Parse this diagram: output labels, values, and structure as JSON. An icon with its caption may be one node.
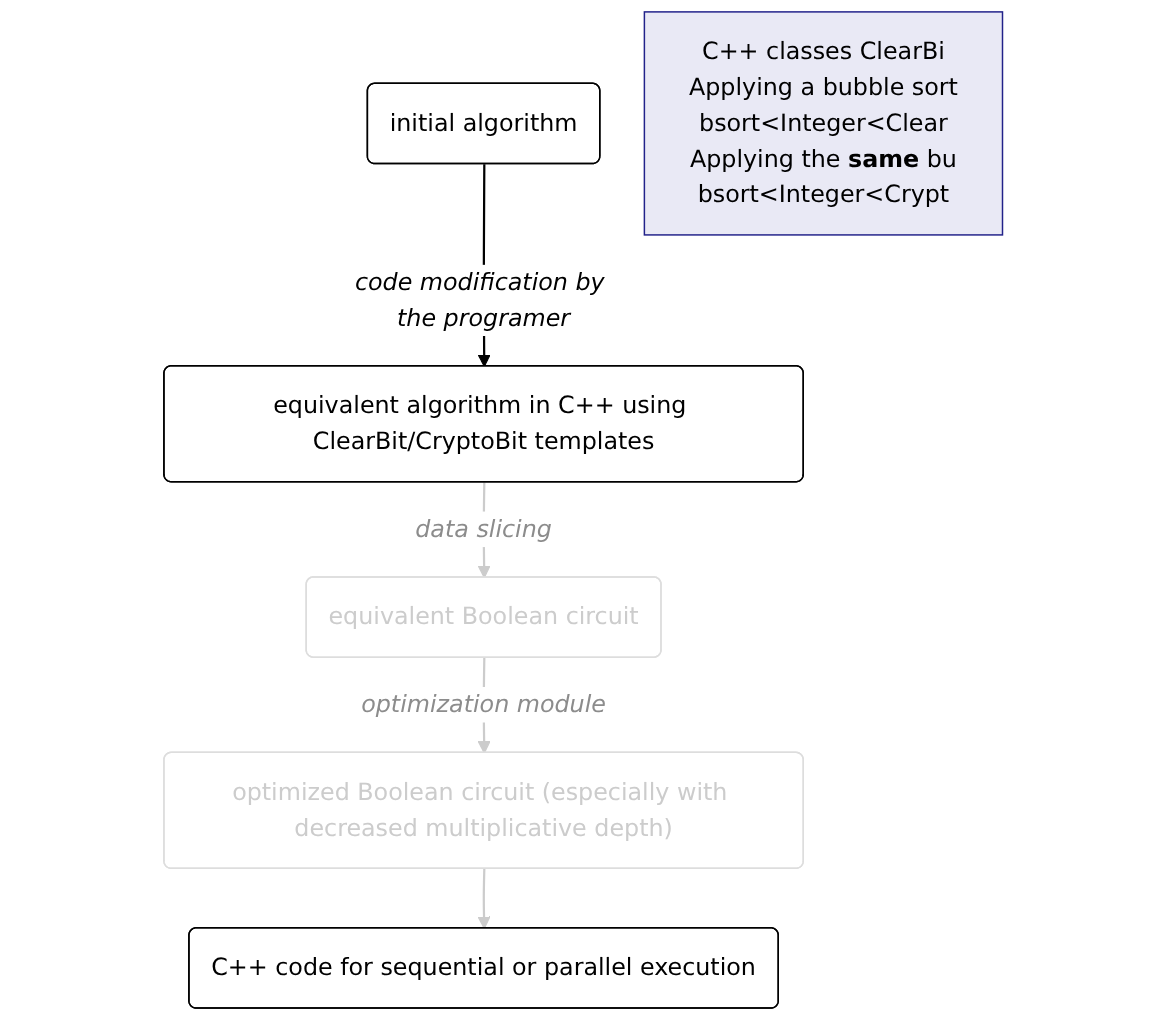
{
  "diagram": {
    "nodes": [
      {
        "text": [
          "initial algorithm"
        ]
      },
      {
        "text": [
          "equivalent algorithm in C++ using ClearBit/CryptoBit templates"
        ]
      },
      {
        "text": [
          "equivalent Boolean circuit"
        ]
      },
      {
        "text": [
          "optimized Boolean circuit (especially with decreased multiplicative depth)"
        ]
      },
      {
        "text": [
          "C++ code for sequential or parallel execution"
        ]
      },
      {
        "text": [
          "C++ classes ClearBi",
          "Applying a bubble sort",
          "bsort<Integer<Clear",
          "Applying the **same** bu",
          "bsort<Integer<Crypt"
        ]
      }
    ],
    "edges": [
      {
        "from": 0,
        "to": 1,
        "arrow": "to",
        "label": "code modification by the programer",
        "color": "#000000"
      },
      {
        "from": 1,
        "to": 2,
        "arrow": "to",
        "label": "data slicing"
      },
      {
        "from": 2,
        "to": 3,
        "arrow": "to",
        "label": "optimization module"
      },
      {
        "from": 3,
        "to": 4,
        "arrow": "to"
      }
    ]
  }
}
